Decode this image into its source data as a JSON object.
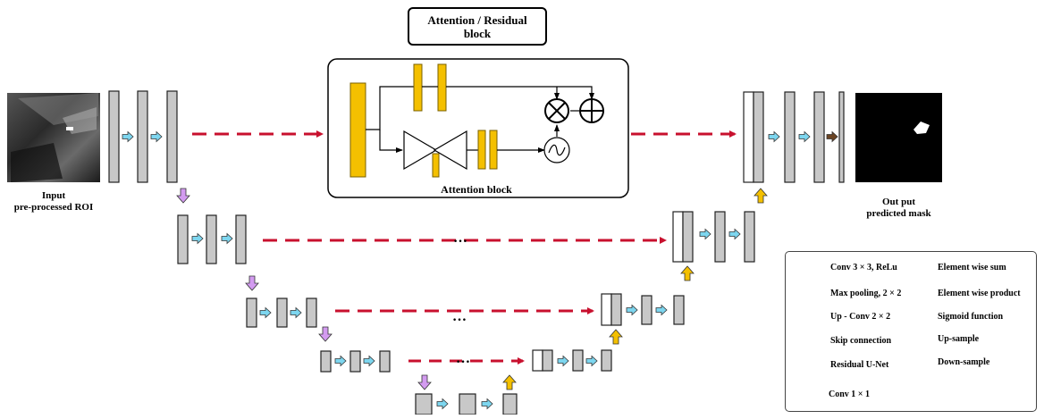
{
  "header": {
    "title": "Attention / Residual\nblock"
  },
  "attention": {
    "caption": "Attention block"
  },
  "io": {
    "input_line1": "Input",
    "input_line2": "pre-processed ROI",
    "output_line1": "Out put",
    "output_line2": "predicted mask"
  },
  "skips": {
    "ellipsis": "…"
  },
  "legend": {
    "items": [
      {
        "label": "Conv 3 × 3, ReLu",
        "icon": "arrow-cyan-icon",
        "color": "#7dd6ef"
      },
      {
        "label": "Max pooling, 2 × 2",
        "icon": "arrow-purple-icon",
        "color": "#d39bf0"
      },
      {
        "label": "Up - Conv 2 × 2",
        "icon": "arrow-yellow-icon",
        "color": "#f4c000"
      },
      {
        "label": "Skip connection",
        "icon": "dashed-arrow-red-icon",
        "color": "#c8102e"
      },
      {
        "label": "Residual U-Net",
        "icon": "yellow-block-icon",
        "color": "#f4c000"
      },
      {
        "label": "Conv 1 × 1",
        "icon": "arrow-brown-icon",
        "color": "#6b4423"
      },
      {
        "label": "Element wise sum",
        "icon": "circle-plus-icon"
      },
      {
        "label": "Element wise product",
        "icon": "circle-times-icon"
      },
      {
        "label": "Sigmoid function",
        "icon": "circle-sigmoid-icon"
      },
      {
        "label": "Up-sample",
        "icon": "triangle-right-icon"
      },
      {
        "label": "Down-sample",
        "icon": "triangle-left-icon"
      }
    ]
  }
}
